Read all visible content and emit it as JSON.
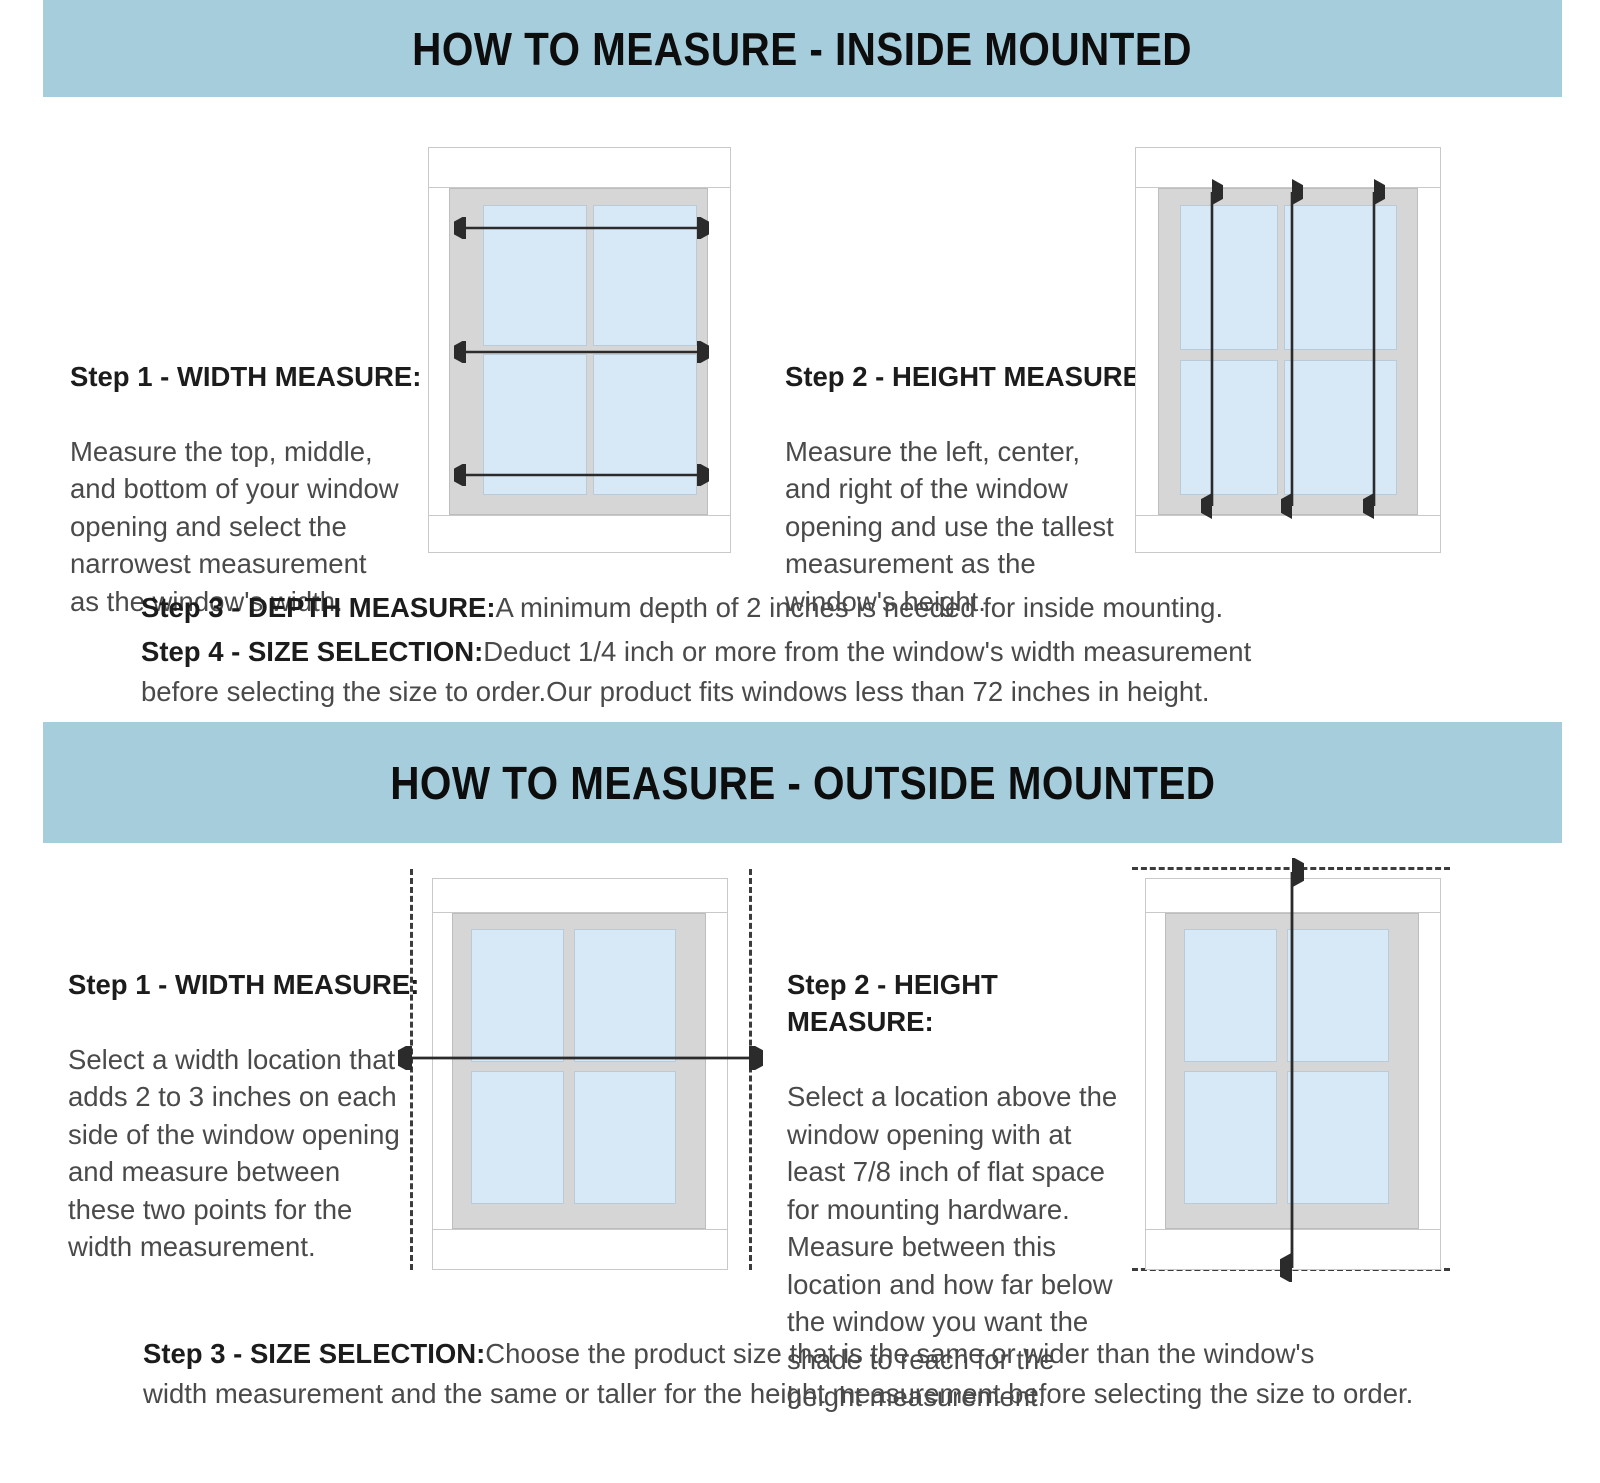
{
  "banners": {
    "inside": "HOW TO MEASURE - INSIDE MOUNTED",
    "outside": "HOW TO MEASURE - OUTSIDE MOUNTED"
  },
  "inside_mounted": {
    "step1": {
      "heading": "Step 1 - WIDTH MEASURE:",
      "body": "Measure the top, middle,\nand bottom of your window\nopening and select the\nnarrowest measurement\nas the window's width."
    },
    "step2": {
      "heading": "Step 2 - HEIGHT MEASURE:",
      "body": "Measure the left, center,\nand right of the window\nopening and use the tallest\n measurement as the\nwindow's height."
    },
    "step3": {
      "heading": "Step 3 - DEPTH MEASURE:",
      "body": "A minimum depth of 2 inches is needed for inside mounting."
    },
    "step4": {
      "heading": "Step 4 - SIZE SELECTION:",
      "body": "Deduct 1/4 inch or more from the window's width measurement",
      "body_line2": "before selecting the size to order.Our product fits windows less than 72 inches in height."
    }
  },
  "outside_mounted": {
    "step1": {
      "heading": "Step 1 - WIDTH MEASURE:",
      "body": "Select a width location that\nadds 2 to 3 inches on each\nside of the window opening\n and measure between\nthese two points for the\nwidth measurement."
    },
    "step2": {
      "heading": "Step 2 - HEIGHT MEASURE:",
      "body": "Select a location above the\nwindow opening with at\nleast 7/8 inch of flat space\nfor mounting hardware.\nMeasure between this\nlocation and how far below\nthe window you want the\nshade to reach for the\nheight measurement."
    },
    "step3": {
      "heading": "Step 3 - SIZE SELECTION:",
      "body": "Choose the product size that is the same or wider than the window's",
      "body_line2": "width measurement and the same or taller for the height measurement before selecting the size to order."
    }
  },
  "diagrams": {
    "inside_width": {
      "name": "window-width-measure-diagram",
      "arrow_count": 3,
      "arrow_labels": [
        "top-width-arrow",
        "middle-width-arrow",
        "bottom-width-arrow"
      ]
    },
    "inside_height": {
      "name": "window-height-measure-diagram",
      "arrow_count": 3,
      "arrow_labels": [
        "left-height-arrow",
        "center-height-arrow",
        "right-height-arrow"
      ]
    },
    "outside_width": {
      "name": "outside-width-measure-diagram",
      "arrow_count": 1,
      "arrow_labels": [
        "outside-width-arrow"
      ]
    },
    "outside_height": {
      "name": "outside-height-measure-diagram",
      "arrow_count": 1,
      "arrow_labels": [
        "outside-height-arrow"
      ]
    }
  },
  "colors": {
    "banner_bg": "#a6cddc",
    "glass": "#d7e8f7",
    "frame": "#d6d6d6",
    "arrow": "#2b2b2b",
    "body_text": "#4a4a4a",
    "heading_text": "#1c1c1c"
  }
}
